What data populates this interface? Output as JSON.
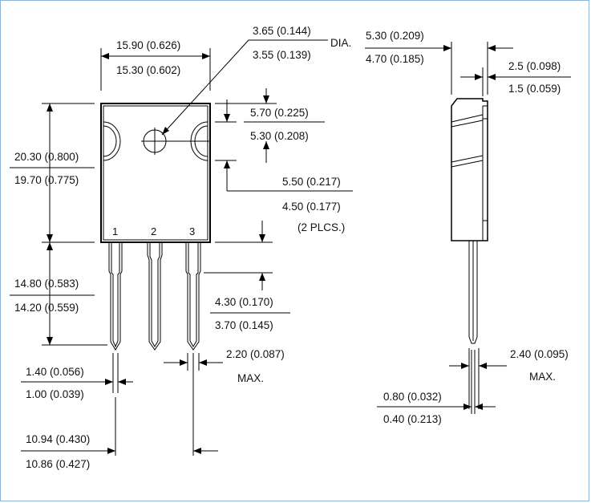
{
  "labels": {
    "body_width_max": "15.90 (0.626)",
    "body_width_min": "15.30 (0.602)",
    "hole_dia_max": "3.65 (0.144)",
    "hole_dia_min": "3.55 (0.139)",
    "hole_dia_suffix": "DIA.",
    "hole_pos_max": "5.70 (0.225)",
    "hole_pos_min": "5.30 (0.208)",
    "notch_max": "5.50 (0.217)",
    "notch_min": "4.50 (0.177)",
    "notch_note": "(2 PLCS.)",
    "body_height_max": "20.30 (0.800)",
    "body_height_min": "19.70 (0.775)",
    "lead_length_max": "14.80 (0.583)",
    "lead_length_min": "14.20 (0.559)",
    "lead_shoulder_max": "4.30 (0.170)",
    "lead_shoulder_min": "3.70 (0.145)",
    "lead_width_max": "1.40 (0.056)",
    "lead_width_min": "1.00 (0.039)",
    "shoulder_width": "2.20 (0.087)",
    "shoulder_width_note": "MAX.",
    "pin_span_max": "10.94 (0.430)",
    "pin_span_min": "10.86 (0.427)",
    "thickness_max": "5.30 (0.209)",
    "thickness_min": "4.70 (0.185)",
    "tab_thickness_max": "2.5 (0.098)",
    "tab_thickness_min": "1.5 (0.059)",
    "side_lead_width": "2.40 (0.095)",
    "side_lead_width_note": "MAX.",
    "lead_thickness_max": "0.80 (0.032)",
    "lead_thickness_min": "0.40 (0.213)"
  },
  "pins": [
    "1",
    "2",
    "3"
  ]
}
